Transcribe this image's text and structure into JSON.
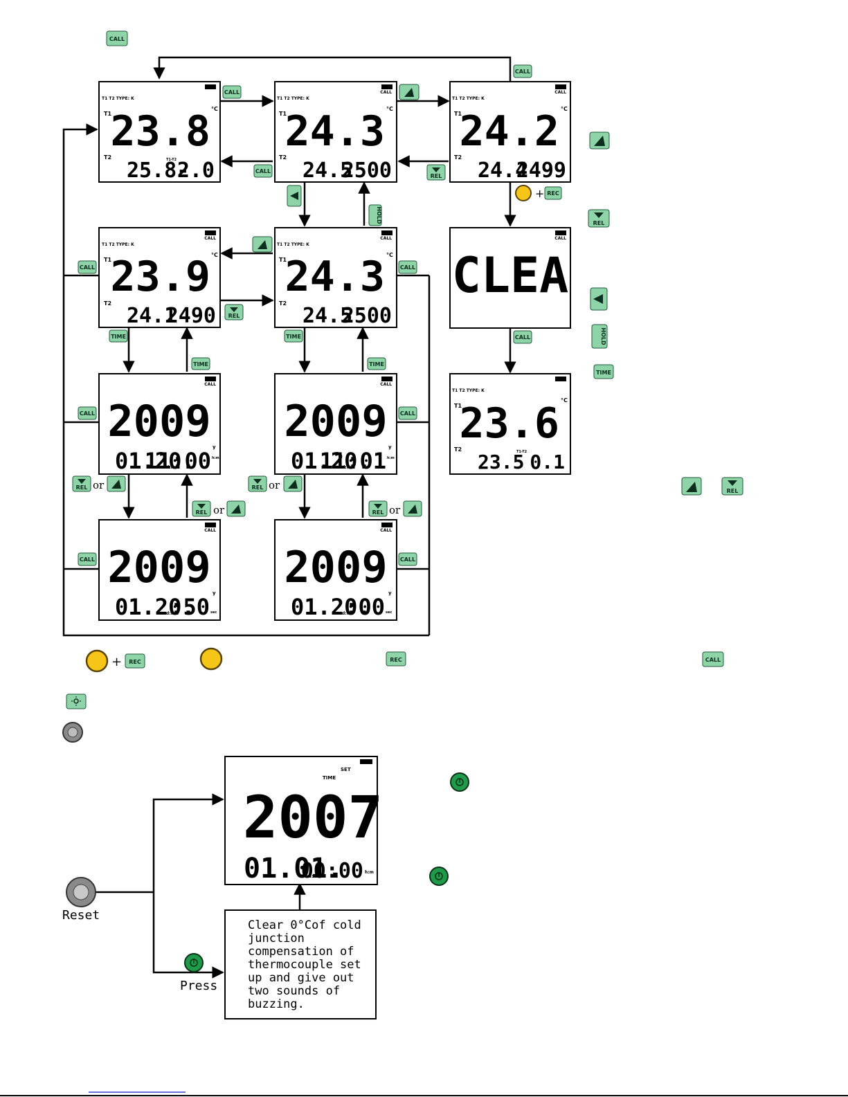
{
  "colors": {
    "button_fill": "#8fd3a8",
    "button_stroke": "#1f5a3a",
    "yellow_button": "#f5c518",
    "power_button": "#1f9a4a",
    "reset_button": "#8a8a8a",
    "link_line": "#3344cc"
  },
  "icons": {
    "up": "up-arrow-icon",
    "rel": "rel-down-arrow-icon",
    "left": "left-arrow-icon",
    "hold": "hold-icon",
    "light": "sun-icon",
    "reset": "reset-circle-icon",
    "power": "power-icon"
  },
  "buttons": {
    "call": "CALL",
    "rec": "REC",
    "time": "TIME",
    "rel": "REL",
    "hold": "HOLD"
  },
  "symbols": {
    "plus": "+",
    "or": "or",
    "degc": "°C"
  },
  "screens": [
    {
      "header": "T1 T2 TYPE: K",
      "call": "",
      "t1": "T1",
      "t2": "T2",
      "main": "23.8",
      "unit": "°C",
      "small_sub": "T1-T2",
      "left": "25.8-",
      "right": "2.0"
    },
    {
      "header": "T1 T2 TYPE: K",
      "call": "CALL",
      "t1": "T1",
      "t2": "T2",
      "main": "24.3",
      "unit": "°C",
      "left": "24.5",
      "right": "2500"
    },
    {
      "header": "T1 T2 TYPE: K",
      "call": "CALL",
      "t1": "T1",
      "t2": "T2",
      "main": "24.2",
      "unit": "°C",
      "left": "24.4",
      "right": "2499"
    },
    {
      "header": "T1 T2 TYPE: K",
      "call": "CALL",
      "t1": "T1",
      "t2": "T2",
      "main": "23.9",
      "unit": "°C",
      "left": "24.1",
      "right": "2490"
    },
    {
      "header": "T1 T2 TYPE: K",
      "call": "CALL",
      "t1": "T1",
      "t2": "T2",
      "main": "24.3",
      "unit": "°C",
      "left": "24.5",
      "right": "2500"
    },
    {
      "header": "",
      "call": "CALL",
      "main": "CLEA"
    },
    {
      "header": "",
      "call": "CALL",
      "main": "2009",
      "left": "01.20.",
      "left_sub": "d:m",
      "right": "11:00",
      "right_sub": "h:m",
      "mark": "y"
    },
    {
      "header": "",
      "call": "CALL",
      "main": "2009",
      "left": "01.20.",
      "left_sub": "d:m",
      "right": "11:01",
      "right_sub": "h:m",
      "mark": "y"
    },
    {
      "header": "T1 T2 TYPE: K",
      "call": "",
      "t1": "T1",
      "t2": "T2",
      "main": "23.6",
      "unit": "°C",
      "small_sub": "T1-T2",
      "left": "23.5",
      "right": "0.1"
    },
    {
      "header": "",
      "call": "CALL",
      "main": "2009",
      "left": "01.20.",
      "left_sub": "d:m",
      "right": ":50",
      "right_sub": "sec",
      "mark": "y"
    },
    {
      "header": "",
      "call": "CALL",
      "main": "2009",
      "left": "01.20.",
      "left_sub": "d:m",
      "right": ":00",
      "right_sub": "sec",
      "mark": "y"
    },
    {
      "header": "",
      "call": "",
      "set": "SET",
      "time": "TIME",
      "main": "2007",
      "left": "01.01.",
      "left_sub": "d:m",
      "right": "00:00",
      "right_sub": "h:m"
    }
  ],
  "reset_label": "Reset",
  "press_label": "Press",
  "note_lines": [
    "Clear 0°Cof cold",
    "junction",
    "compensation of",
    "thermocouple set",
    "up and give out",
    "two sounds of",
    "buzzing."
  ]
}
